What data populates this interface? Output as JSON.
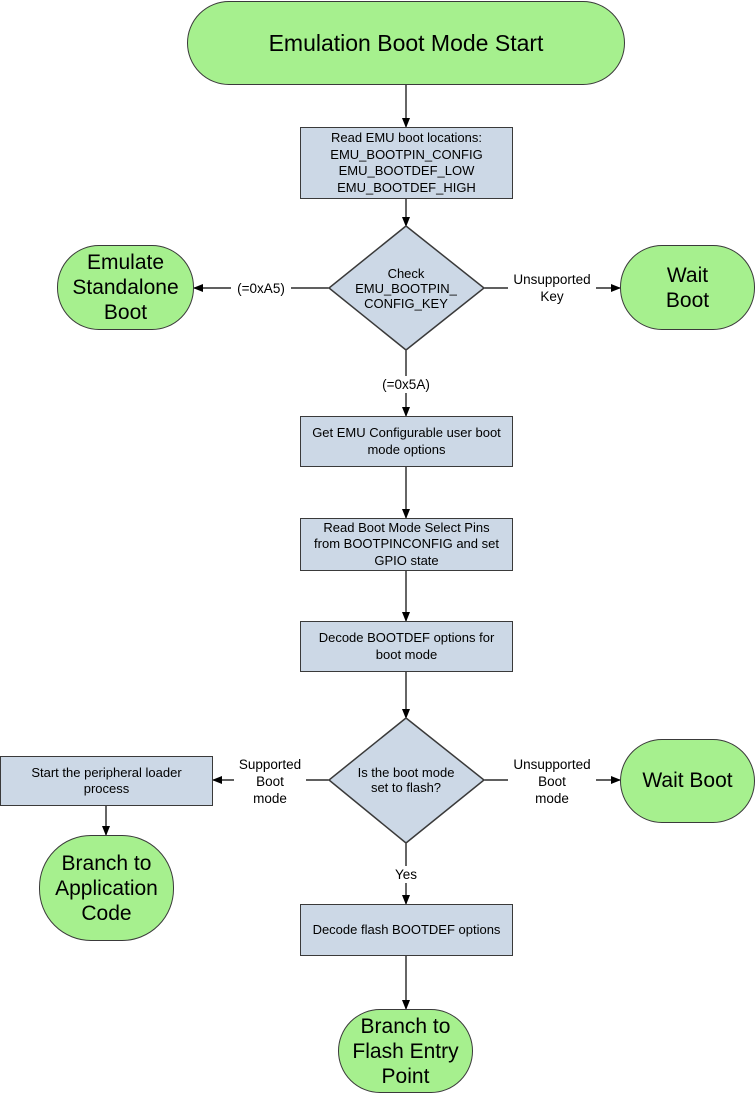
{
  "terminals": {
    "start": "Emulation Boot Mode Start",
    "emulate_standalone": "Emulate\nStandalone\nBoot",
    "wait_boot_1": "Wait\nBoot",
    "wait_boot_2": "Wait Boot",
    "branch_app": "Branch to\nApplication\nCode",
    "branch_flash": "Branch to\nFlash Entry\nPoint"
  },
  "processes": {
    "read_emu": "Read EMU boot locations:\nEMU_BOOTPIN_CONFIG\nEMU_BOOTDEF_LOW\nEMU_BOOTDEF_HIGH",
    "get_emu": "Get EMU Configurable user boot\nmode options",
    "read_pins": "Read Boot Mode Select Pins\nfrom BOOTPINCONFIG and set\nGPIO state",
    "decode_bootdef": "Decode BOOTDEF options for\nboot mode",
    "start_loader": "Start the peripheral loader\nprocess",
    "decode_flash": "Decode flash BOOTDEF options"
  },
  "decisions": {
    "check_key": "Check\nEMU_BOOTPIN_\nCONFIG_KEY",
    "is_flash": "Is the boot mode\nset to flash?"
  },
  "edge_labels": {
    "a5": "(=0xA5)",
    "unsupported_key": "Unsupported\nKey",
    "x5a": "(=0x5A)",
    "supported_mode": "Supported\nBoot\nmode",
    "unsupported_mode": "Unsupported\nBoot\nmode",
    "yes": "Yes"
  },
  "colors": {
    "terminal_fill": "#a6f08e",
    "process_fill": "#ccd8e6",
    "stroke": "#3a3a3a"
  }
}
